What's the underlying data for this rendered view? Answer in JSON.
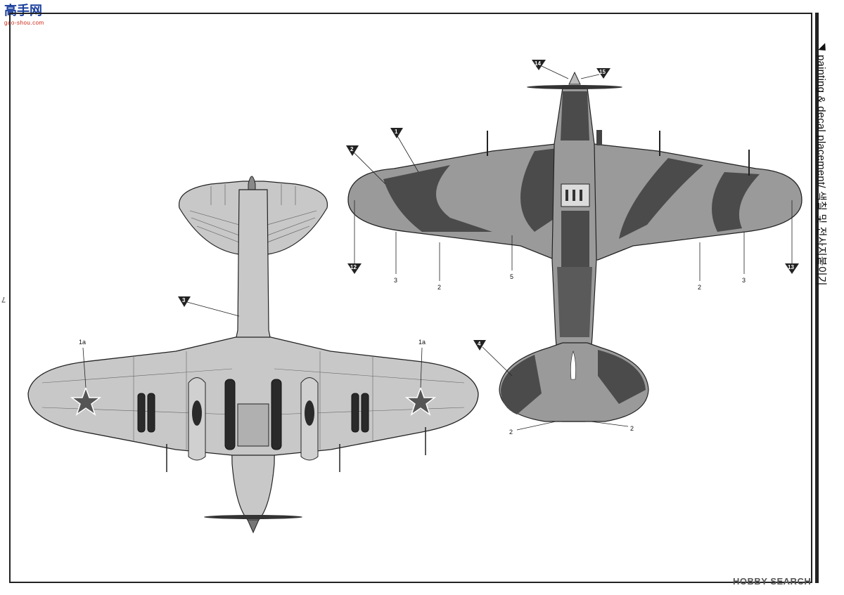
{
  "logo": {
    "main": "高手网",
    "sub": "gao-shou.com"
  },
  "page_number": "7",
  "side_title": "painting & decal placement/ 색칠 및 전사지붙이기",
  "watermark": "HOBBY SEARCH",
  "colors": {
    "light_grey": "#c8c8c8",
    "mid_grey": "#9a9a9a",
    "dark_grey": "#4b4b4b",
    "black": "#1e1e1e"
  },
  "bottom_view": {
    "pointer": "3",
    "decal_labels": [
      "1a",
      "1a"
    ]
  },
  "top_view": {
    "pointers": [
      "1",
      "2",
      "4",
      "12",
      "13",
      "14",
      "15"
    ],
    "labels": [
      "3",
      "2",
      "5",
      "2",
      "3",
      "2",
      "2"
    ]
  }
}
